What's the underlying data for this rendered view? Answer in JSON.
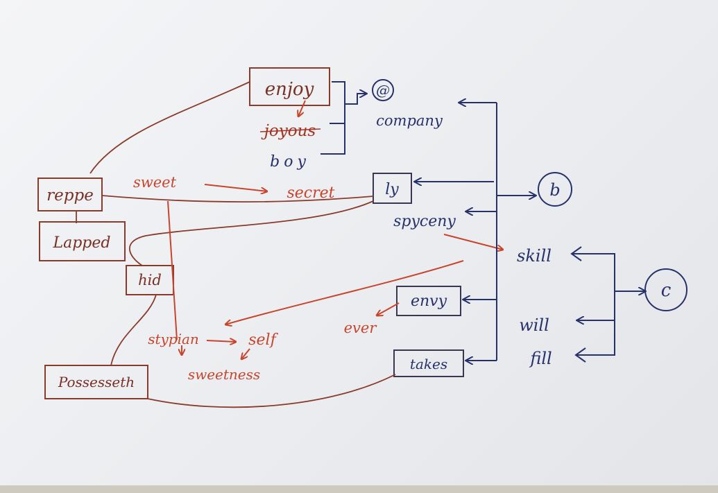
{
  "colors": {
    "red": "#c8442b",
    "blue": "#26306b",
    "paper": "#eef0f3"
  },
  "nodes": {
    "enjoy": "enjoy",
    "joyous": "joyous",
    "boy": "boy",
    "at_marker": "@",
    "company": "company",
    "reppe": "reppe",
    "lapped": "Lapped",
    "sweet": "sweet",
    "secret": "secret",
    "ly": "ly",
    "b_marker": "b",
    "spyceny": "spyceny",
    "hid": "hid",
    "skill": "skill",
    "c_marker": "c",
    "envy": "envy",
    "ever": "ever",
    "will": "will",
    "fill": "fill",
    "stypian": "stypian",
    "self": "self",
    "sweetness": "sweetness",
    "possesseth": "Possesseth",
    "takes": "takes"
  }
}
